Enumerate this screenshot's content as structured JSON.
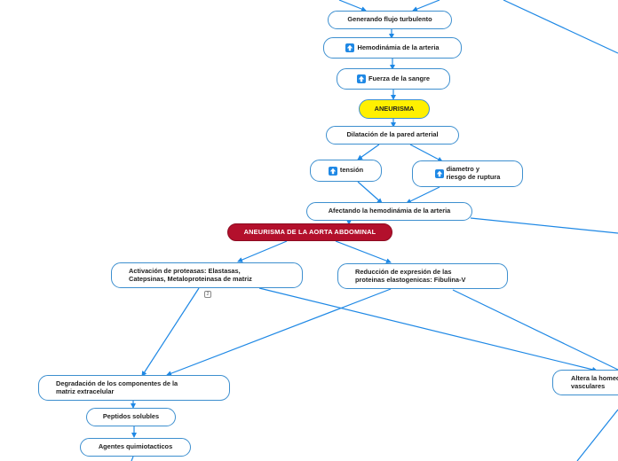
{
  "nodes": {
    "flujo": "Generando flujo turbulento",
    "hemodinamia": "Hemodinámia de la arteria",
    "fuerza": "Fuerza de la sangre",
    "aneurisma": "ANEURISMA",
    "dilatacion": "Dilatación de la pared arterial",
    "tension": "tensión",
    "diametro": "diametro y\nriesgo de ruptura",
    "afectando": "Afectando la hemodinámia de la arteria",
    "aaa": "ANEURISMA DE LA AORTA ABDOMINAL",
    "proteasas": "Activación de proteasas: Elastasas,\nCatepsinas, Metaloproteinasa de matriz",
    "reduccion": "Reducción de expresión de las\nproteinas elastogenicas: Fibulina-V",
    "degradacion": "Degradación de los componentes de la\nmatriz extracelular",
    "peptidos": "Peptidos solubles",
    "agentes": "Agentes quimiotacticos",
    "altera": "Altera la homeo\nvasculares"
  },
  "badges": {
    "proteasas_count": "2"
  },
  "icons": {
    "increase": "up-arrow-icon"
  },
  "colors": {
    "edge": "#1e88e5",
    "border": "#3d8fcf",
    "aneurisma_fill": "#fff000",
    "aaa_fill": "#b3102c"
  }
}
